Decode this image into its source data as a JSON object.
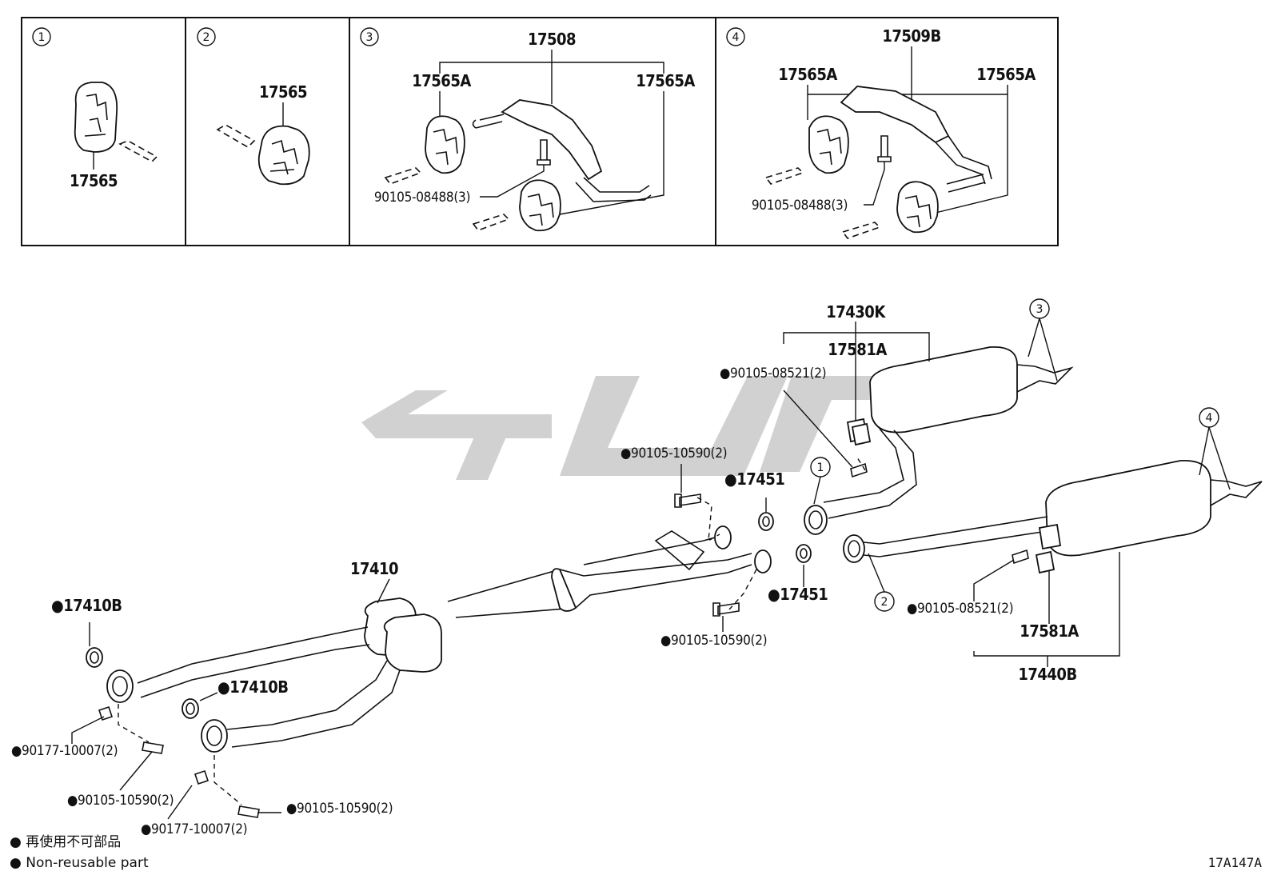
{
  "insets": [
    {
      "index": "1",
      "labels": [
        "17565"
      ]
    },
    {
      "index": "2",
      "labels": [
        "17565"
      ]
    },
    {
      "index": "3",
      "labels": [
        "17508",
        "17565A",
        "17565A",
        "90105-08488(3)"
      ]
    },
    {
      "index": "4",
      "labels": [
        "17509B",
        "17565A",
        "17565A",
        "90105-08488(3)"
      ]
    }
  ],
  "callouts": {
    "c1": "1",
    "c2": "2",
    "c3": "3",
    "c4": "4"
  },
  "labels": {
    "l_17430K": "17430K",
    "l_17581A_top": "17581A",
    "l_90105_08521_top": "●90105-08521(2)",
    "l_90105_10590_a": "●90105-10590(2)",
    "l_17451_a": "●17451",
    "l_17410": "17410",
    "l_17410B_a": "●17410B",
    "l_17410B_b": "●17410B",
    "l_17451_b": "●17451",
    "l_90105_10590_b": "●90105-10590(2)",
    "l_90105_08521_bot": "●90105-08521(2)",
    "l_17581A_bot": "17581A",
    "l_17440B": "17440B",
    "l_90177_10007_a": "●90177-10007(2)",
    "l_90105_10590_c": "●90105-10590(2)",
    "l_90177_10007_b": "●90177-10007(2)",
    "l_90105_10590_d": "●90105-10590(2)"
  },
  "legend": {
    "jp": "● 再使用不可部品",
    "en": "● Non-reusable part"
  },
  "diagram_code": "17A147A"
}
